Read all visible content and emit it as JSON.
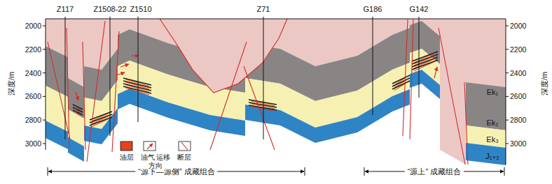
{
  "diagram": {
    "labels": [
      "Z117",
      "Z1508-22",
      "Z1510",
      "Z71",
      "G186",
      "G142",
      "深度/m",
      "2000",
      "2200",
      "2400",
      "2600",
      "2800",
      "3000",
      "深度/m",
      "2000",
      "2200",
      "2400",
      "2600",
      "2800",
      "3000",
      "Ek₁",
      "Ek₂",
      "Ek₃",
      "J₁₊₂",
      "“源下—源侧” 成藏组合",
      "“源上” 成藏组合"
    ],
    "legend": [
      {
        "text": "油层",
        "color": "#e8401c"
      },
      {
        "text": "油气 运移方向"
      },
      {
        "text": "断层"
      }
    ]
  }
}
